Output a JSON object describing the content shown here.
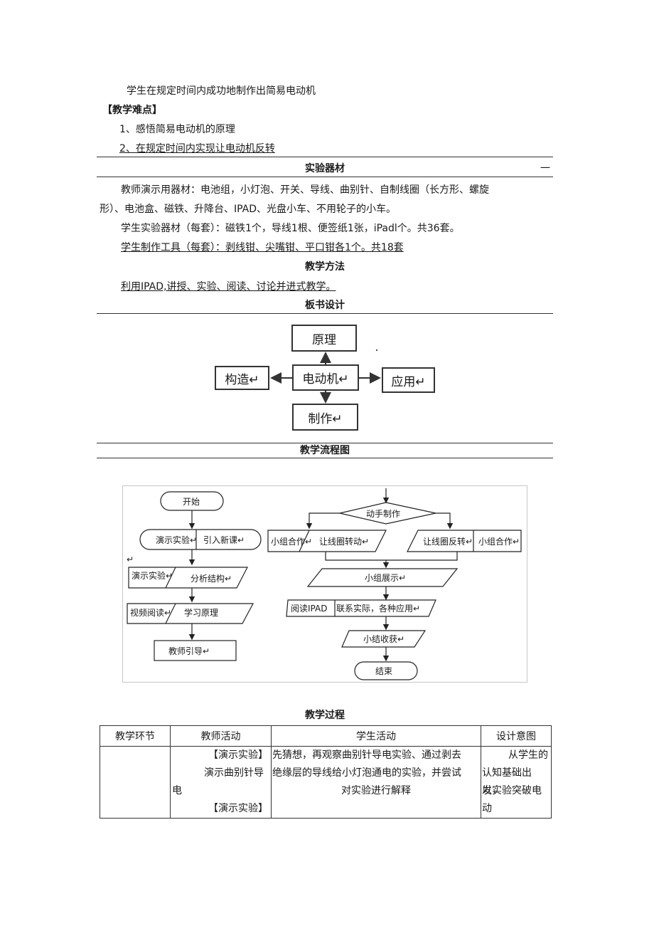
{
  "objective_line": "学生在规定时间内成功地制作出简易电动机",
  "difficulty": {
    "heading": "【教学难点】",
    "items": [
      "1、感悟简易电动机的原理",
      "2、在规定时间内实现让电动机反转"
    ]
  },
  "equipment": {
    "heading": "实验器材",
    "dash": "一",
    "teacher_line1": "教师演示用器材：电池组，小灯泡、开关、导线、曲别针、自制线圈（长方形、螺旋",
    "teacher_line2": "形）、电池盒、磁铁、升降台、IPAD、光盘小车、不用轮子的小车。",
    "student": "学生实验器材（每套）：磁铁1个，导线1根、便签纸1张，iPadl个。共36套。",
    "tools": "学生制作工具（每套）：剥线钳、尖嘴钳、平口钳各1个。共18套"
  },
  "method": {
    "heading": "教学方法",
    "text": "利用IPAD,讲授、实验、阅读、讨论并进式教学。"
  },
  "board": {
    "heading": "板书设计",
    "center": "电动机↵",
    "top": "原理",
    "left": "构造↵",
    "right": "应用↵",
    "bottom": "制作↵"
  },
  "flow": {
    "heading": "教学流程图",
    "start": "开始",
    "demo1": "演示实验↵",
    "intro": "引入新课↵",
    "demo2": "演示实验↵",
    "analyze": "分析结构↵",
    "video": "视频阅读↵",
    "learn": "学习原理",
    "guide": "教师引导↵",
    "make": "动手制作",
    "group1": "小组合作↵",
    "rotate": "让线圈转动↵",
    "reverse": "让线圈反转↵",
    "group2": "小组合作↵",
    "show": "小组展示↵",
    "read": "阅读IPAD",
    "apply": "联系实际，各种应用↵",
    "summary": "小结收获↵",
    "end": "结束",
    "stray": "↵"
  },
  "process": {
    "heading": "教学过程",
    "columns": [
      "教学环节",
      "教师活动",
      "学生活动",
      "设计意图"
    ],
    "teacher_lines": [
      "【演示实验】",
      "演示曲别针导",
      "电",
      "【演示实验】"
    ],
    "student_lines": [
      "先猜想，再观察曲别针导电实验、通过剥去",
      "绝缘层的导线给小灯泡通电的实验，并尝试",
      "对实验进行解释"
    ],
    "intent_lines": [
      "从学生的",
      "认知基础出发，",
      "以实验突破电",
      "动"
    ]
  }
}
